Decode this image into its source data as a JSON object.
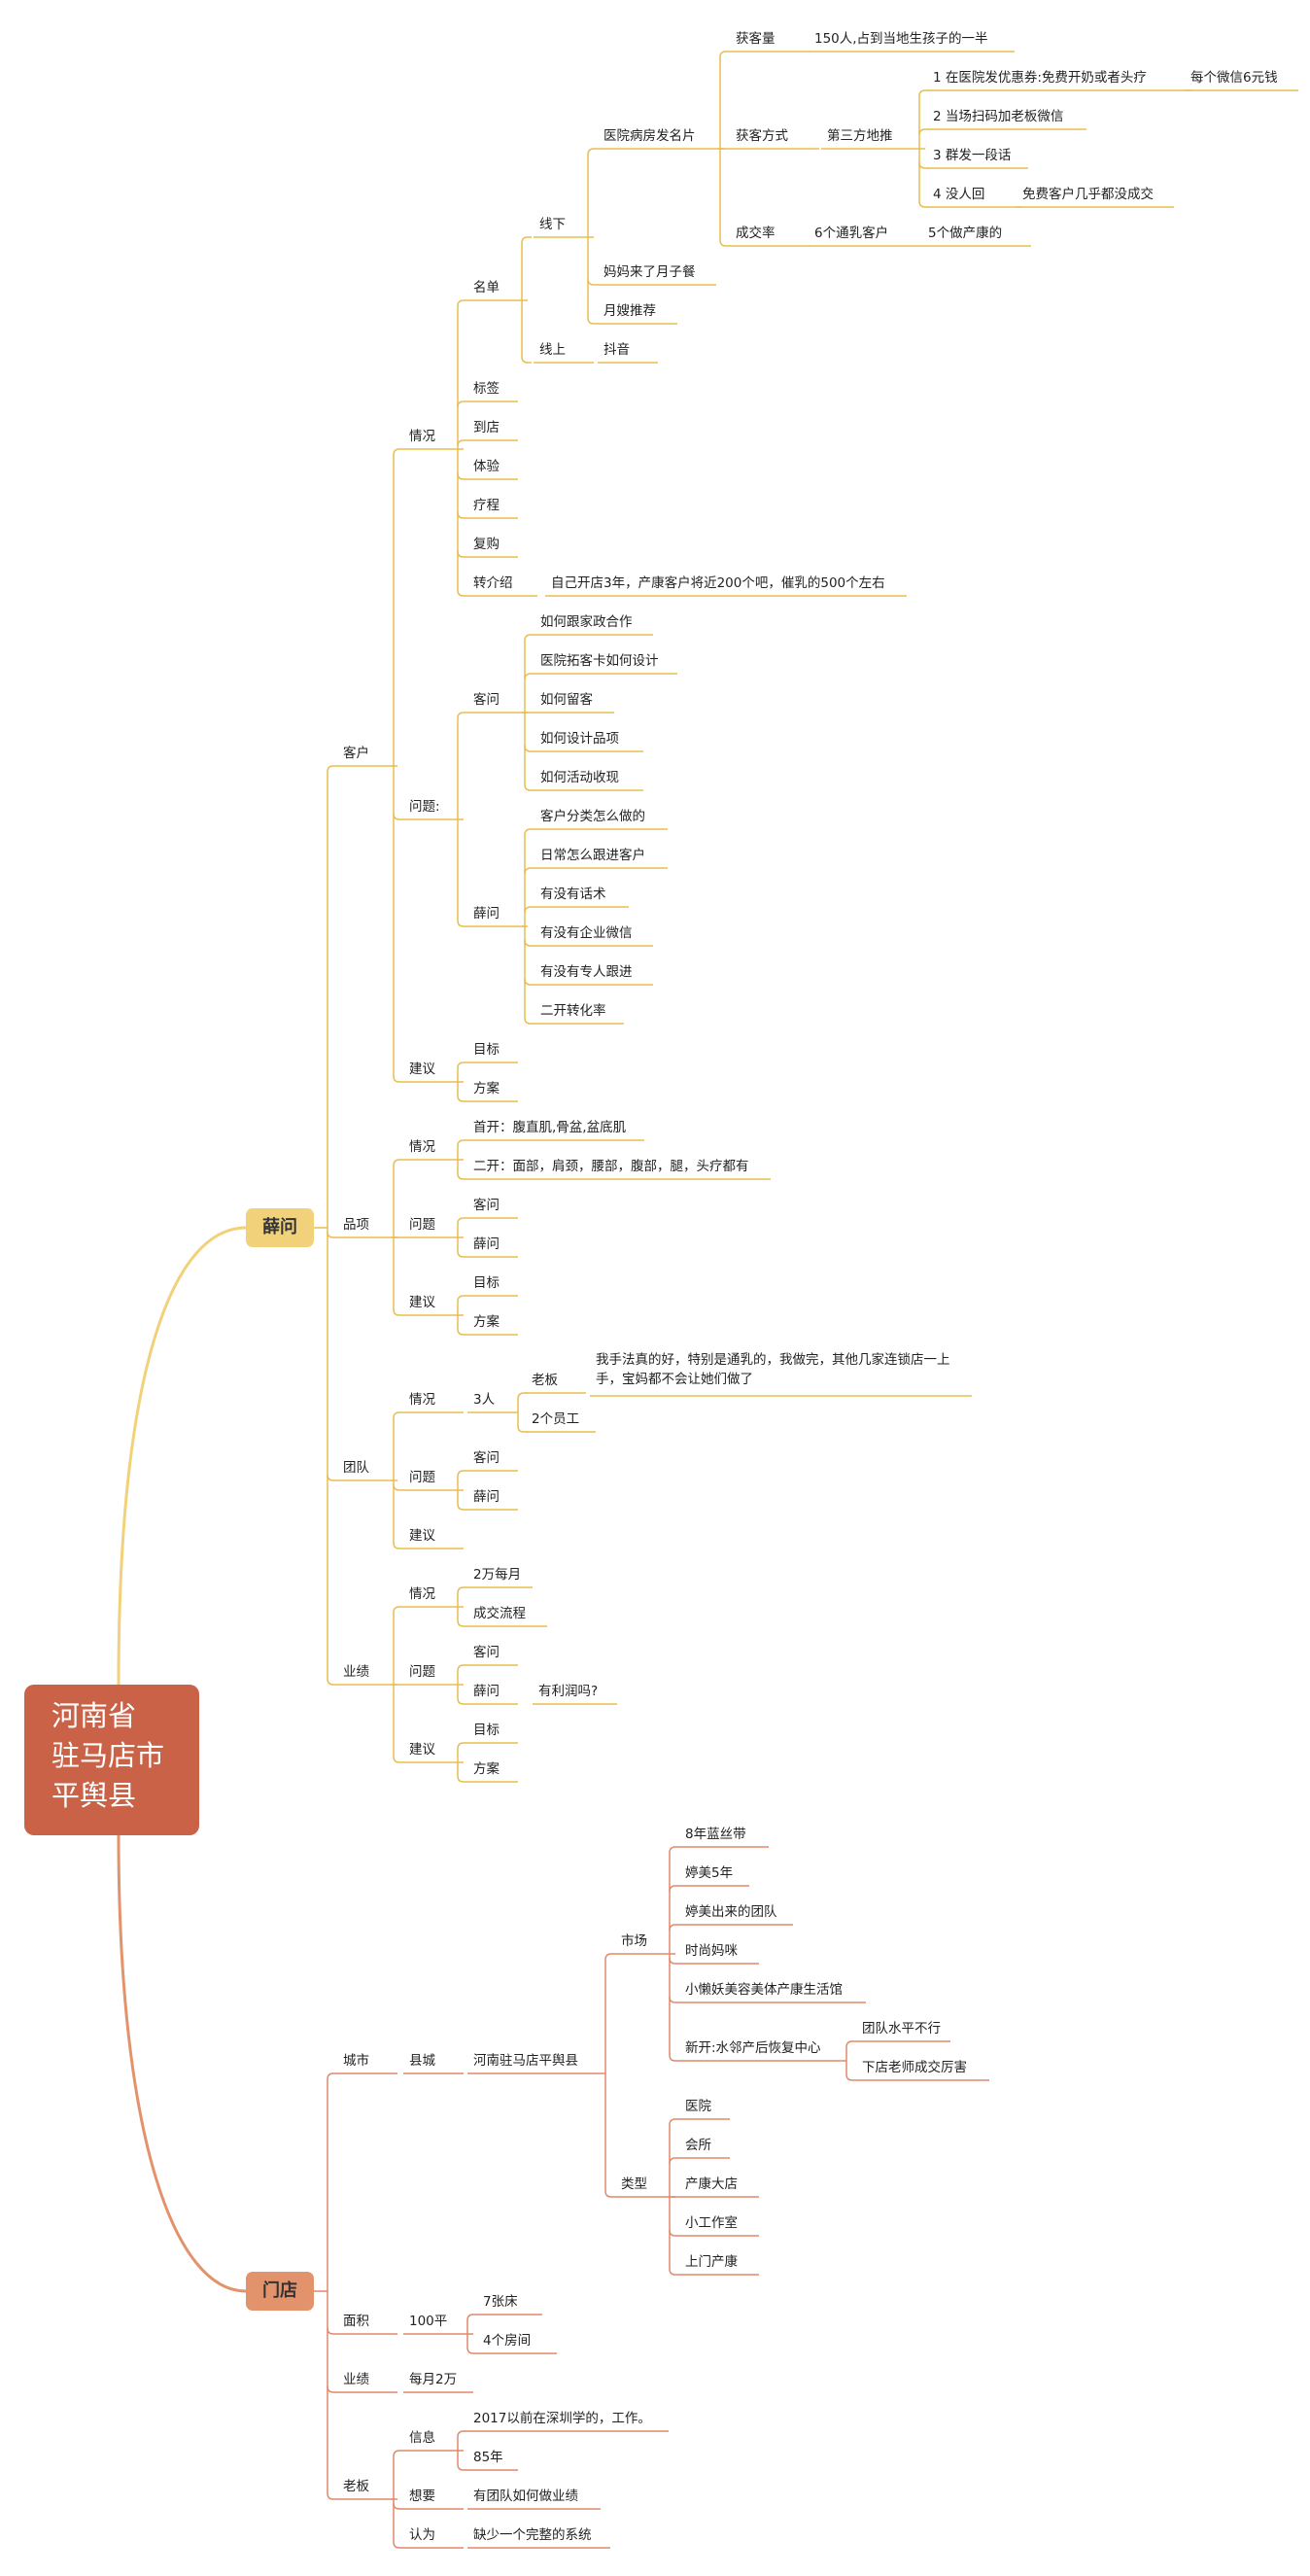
{
  "root": {
    "lines": [
      "河南省",
      "驻马店市",
      "平舆县"
    ]
  },
  "colors": {
    "root": "#c96247",
    "branch1": "#f1d179",
    "branch1_line": "#e8bd4e",
    "branch2": "#e3936c",
    "branch2_line": "#e1896a"
  },
  "branch1": {
    "label": "薛问",
    "customer": {
      "label": "客户",
      "situation": {
        "label": "情况",
        "list": {
          "label": "名单",
          "offline": {
            "label": "线下",
            "hospital": {
              "label": "医院病房发名片",
              "gain": {
                "label": "获客量",
                "value": "150人,占到当地生孩子的一半"
              },
              "method": {
                "label": "获客方式",
                "third": "第三方地推",
                "steps": [
                  {
                    "text": "1 在医院发优惠券:免费开奶或者头疗",
                    "extra": "每个微信6元钱"
                  },
                  {
                    "text": "2 当场扫码加老板微信"
                  },
                  {
                    "text": "3 群发一段话"
                  },
                  {
                    "text": "4 没人回",
                    "extra": "免费客户几乎都没成交"
                  }
                ]
              },
              "conversion": {
                "label": "成交率",
                "a": "6个通乳客户",
                "b": "5个做产康的"
              }
            },
            "others": [
              "妈妈来了月子餐",
              "月嫂推荐"
            ]
          },
          "online": {
            "label": "线上",
            "value": "抖音"
          }
        },
        "items": [
          "标签",
          "到店",
          "体验",
          "疗程",
          "复购"
        ],
        "referral": {
          "label": "转介绍",
          "value": "自己开店3年，产康客户将近200个吧，催乳的500个左右"
        }
      },
      "questions": {
        "label": "问题:",
        "ke": {
          "label": "客问",
          "items": [
            "如何跟家政合作",
            "医院拓客卡如何设计",
            "如何留客",
            "如何设计品项",
            "如何活动收现"
          ]
        },
        "xue": {
          "label": "薛问",
          "items": [
            "客户分类怎么做的",
            "日常怎么跟进客户",
            "有没有话术",
            "有没有企业微信",
            "有没有专人跟进",
            "二开转化率"
          ]
        }
      },
      "advice": {
        "label": "建议",
        "items": [
          "目标",
          "方案"
        ]
      }
    },
    "product": {
      "label": "品项",
      "situation": {
        "label": "情况",
        "items": [
          "首开：腹直肌,骨盆,盆底肌",
          "二开：面部，肩颈，腰部，腹部，腿，头疗都有"
        ]
      },
      "questions": {
        "label": "问题",
        "items": [
          "客问",
          "薛问"
        ]
      },
      "advice": {
        "label": "建议",
        "items": [
          "目标",
          "方案"
        ]
      }
    },
    "team": {
      "label": "团队",
      "situation": {
        "label": "情况",
        "count": "3人",
        "boss": "老板",
        "boss_note": "我手法真的好，特别是通乳的，我做完，其他几家连锁店一上手，宝妈都不会让她们做了",
        "staff": "2个员工"
      },
      "questions": {
        "label": "问题",
        "items": [
          "客问",
          "薛问"
        ]
      },
      "advice": {
        "label": "建议"
      }
    },
    "perf": {
      "label": "业绩",
      "situation": {
        "label": "情况",
        "items": [
          "2万每月",
          "成交流程"
        ]
      },
      "questions": {
        "label": "问题",
        "ke": "客问",
        "xue": "薛问",
        "xue_note": "有利润吗?"
      },
      "advice": {
        "label": "建议",
        "items": [
          "目标",
          "方案"
        ]
      }
    }
  },
  "branch2": {
    "label": "门店",
    "city": {
      "label": "城市",
      "county": "县城",
      "name": "河南驻马店平舆县",
      "market": {
        "label": "市场",
        "items": [
          "8年蓝丝带",
          "婷美5年",
          "婷美出来的团队",
          "时尚妈咪",
          "小懒妖美容美体产康生活馆"
        ],
        "newopen": {
          "label": "新开:水邻产后恢复中心",
          "items": [
            "团队水平不行",
            "下店老师成交厉害"
          ]
        }
      },
      "types": {
        "label": "类型",
        "items": [
          "医院",
          "会所",
          "产康大店",
          "小工作室",
          "上门产康"
        ]
      }
    },
    "area": {
      "label": "面积",
      "value": "100平",
      "items": [
        "7张床",
        "4个房间"
      ]
    },
    "perf": {
      "label": "业绩",
      "value": "每月2万"
    },
    "boss": {
      "label": "老板",
      "info": {
        "label": "信息",
        "items": [
          "2017以前在深圳学的，工作。",
          "85年"
        ]
      },
      "want": {
        "label": "想要",
        "value": "有团队如何做业绩"
      },
      "think": {
        "label": "认为",
        "value": "缺少一个完整的系统"
      }
    }
  }
}
